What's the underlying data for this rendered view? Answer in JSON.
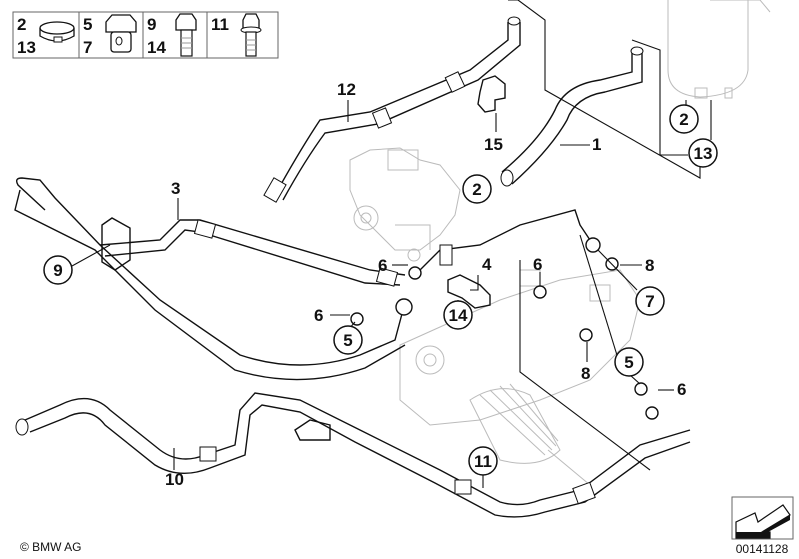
{
  "diagram": {
    "title": "Power steering hoses parts diagram",
    "copyright": "© BMW AG",
    "diagram_number": "00141128",
    "legend": [
      {
        "numbers": [
          "2",
          "13"
        ],
        "icon": "hose-clamp-icon"
      },
      {
        "numbers": [
          "5",
          "7"
        ],
        "icon": "banjo-bolt-icon"
      },
      {
        "numbers": [
          "9",
          "14"
        ],
        "icon": "hex-bolt-icon"
      },
      {
        "numbers": [
          "11"
        ],
        "icon": "flange-bolt-icon"
      }
    ],
    "callouts": {
      "c1": "1",
      "c2a": "2",
      "c2b": "2",
      "c3": "3",
      "c4": "4",
      "c5a": "5",
      "c5b": "5",
      "c6a": "6",
      "c6b": "6",
      "c6c": "6",
      "c6d": "6",
      "c7": "7",
      "c8a": "8",
      "c8b": "8",
      "c9": "9",
      "c10": "10",
      "c11": "11",
      "c12": "12",
      "c13": "13",
      "c14": "14",
      "c15": "15"
    },
    "nav_icon": "next-page-arrow-icon"
  }
}
